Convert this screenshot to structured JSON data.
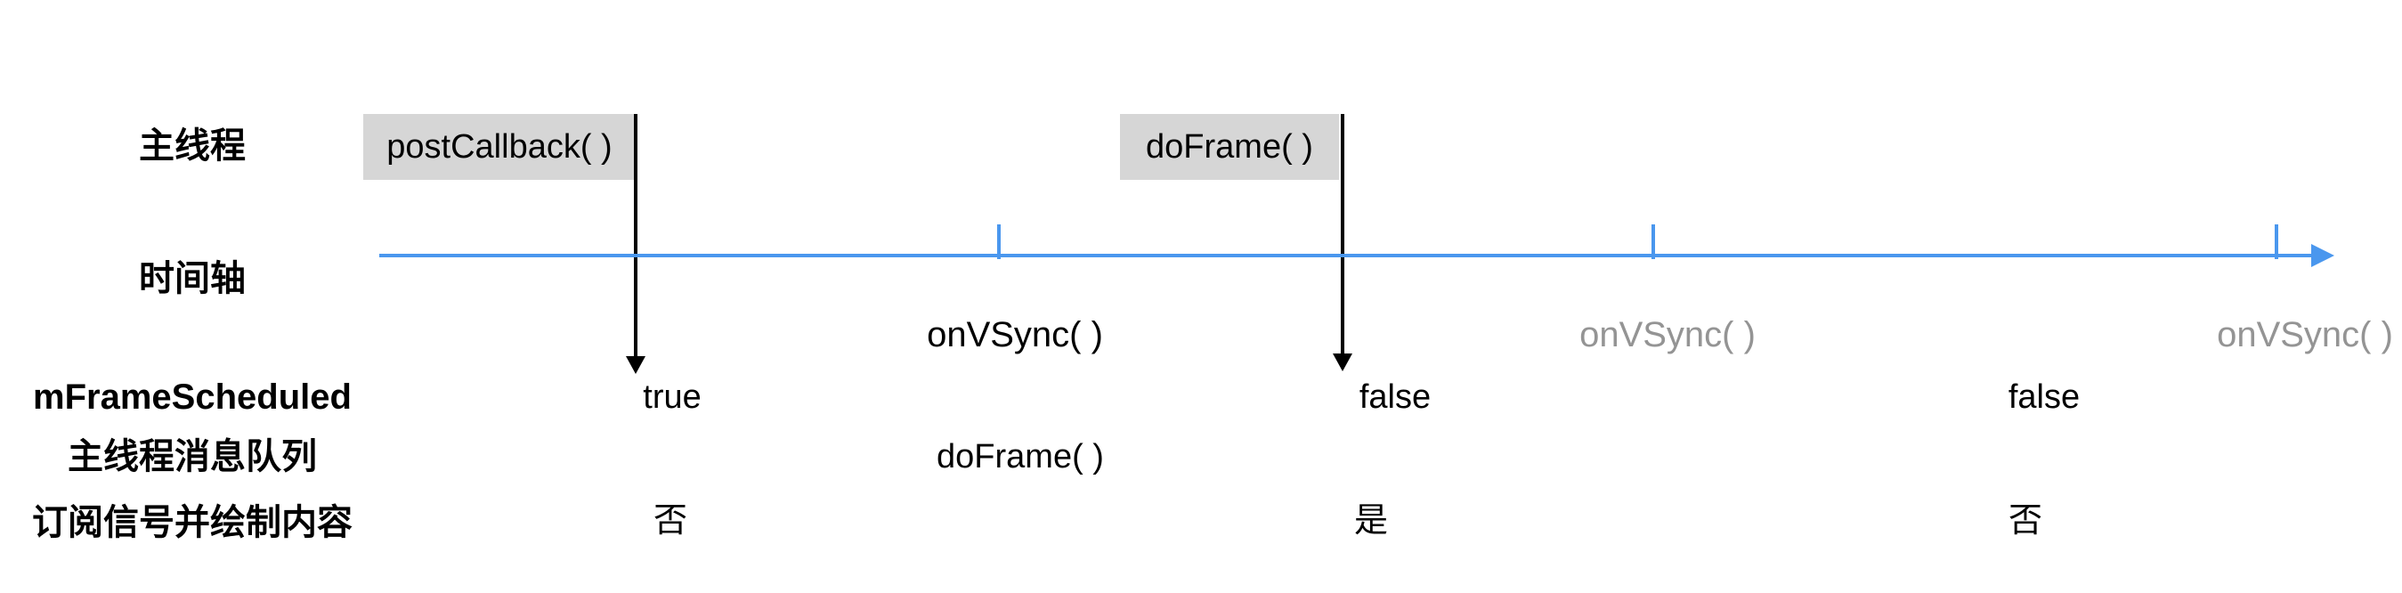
{
  "colors": {
    "timeline_blue": "#4A97EE",
    "box_fill": "#D6D6D6",
    "muted_gray": "#949494",
    "ink": "#000000"
  },
  "row_labels": {
    "main_thread": "主线程",
    "timeline": "时间轴",
    "frame_scheduled": "mFrameScheduled",
    "message_queue": "主线程消息队列",
    "subscribe_draw": "订阅信号并绘制内容"
  },
  "main_thread_calls": {
    "post_callback": "postCallback( )",
    "do_frame": "doFrame( )"
  },
  "vsync_labels": [
    "onVSync( )",
    "onVSync( )",
    "onVSync( )"
  ],
  "frame_scheduled_values": [
    "true",
    "false",
    "false"
  ],
  "message_queue_value": "doFrame( )",
  "subscribe_values": [
    "否",
    "是",
    "否"
  ]
}
